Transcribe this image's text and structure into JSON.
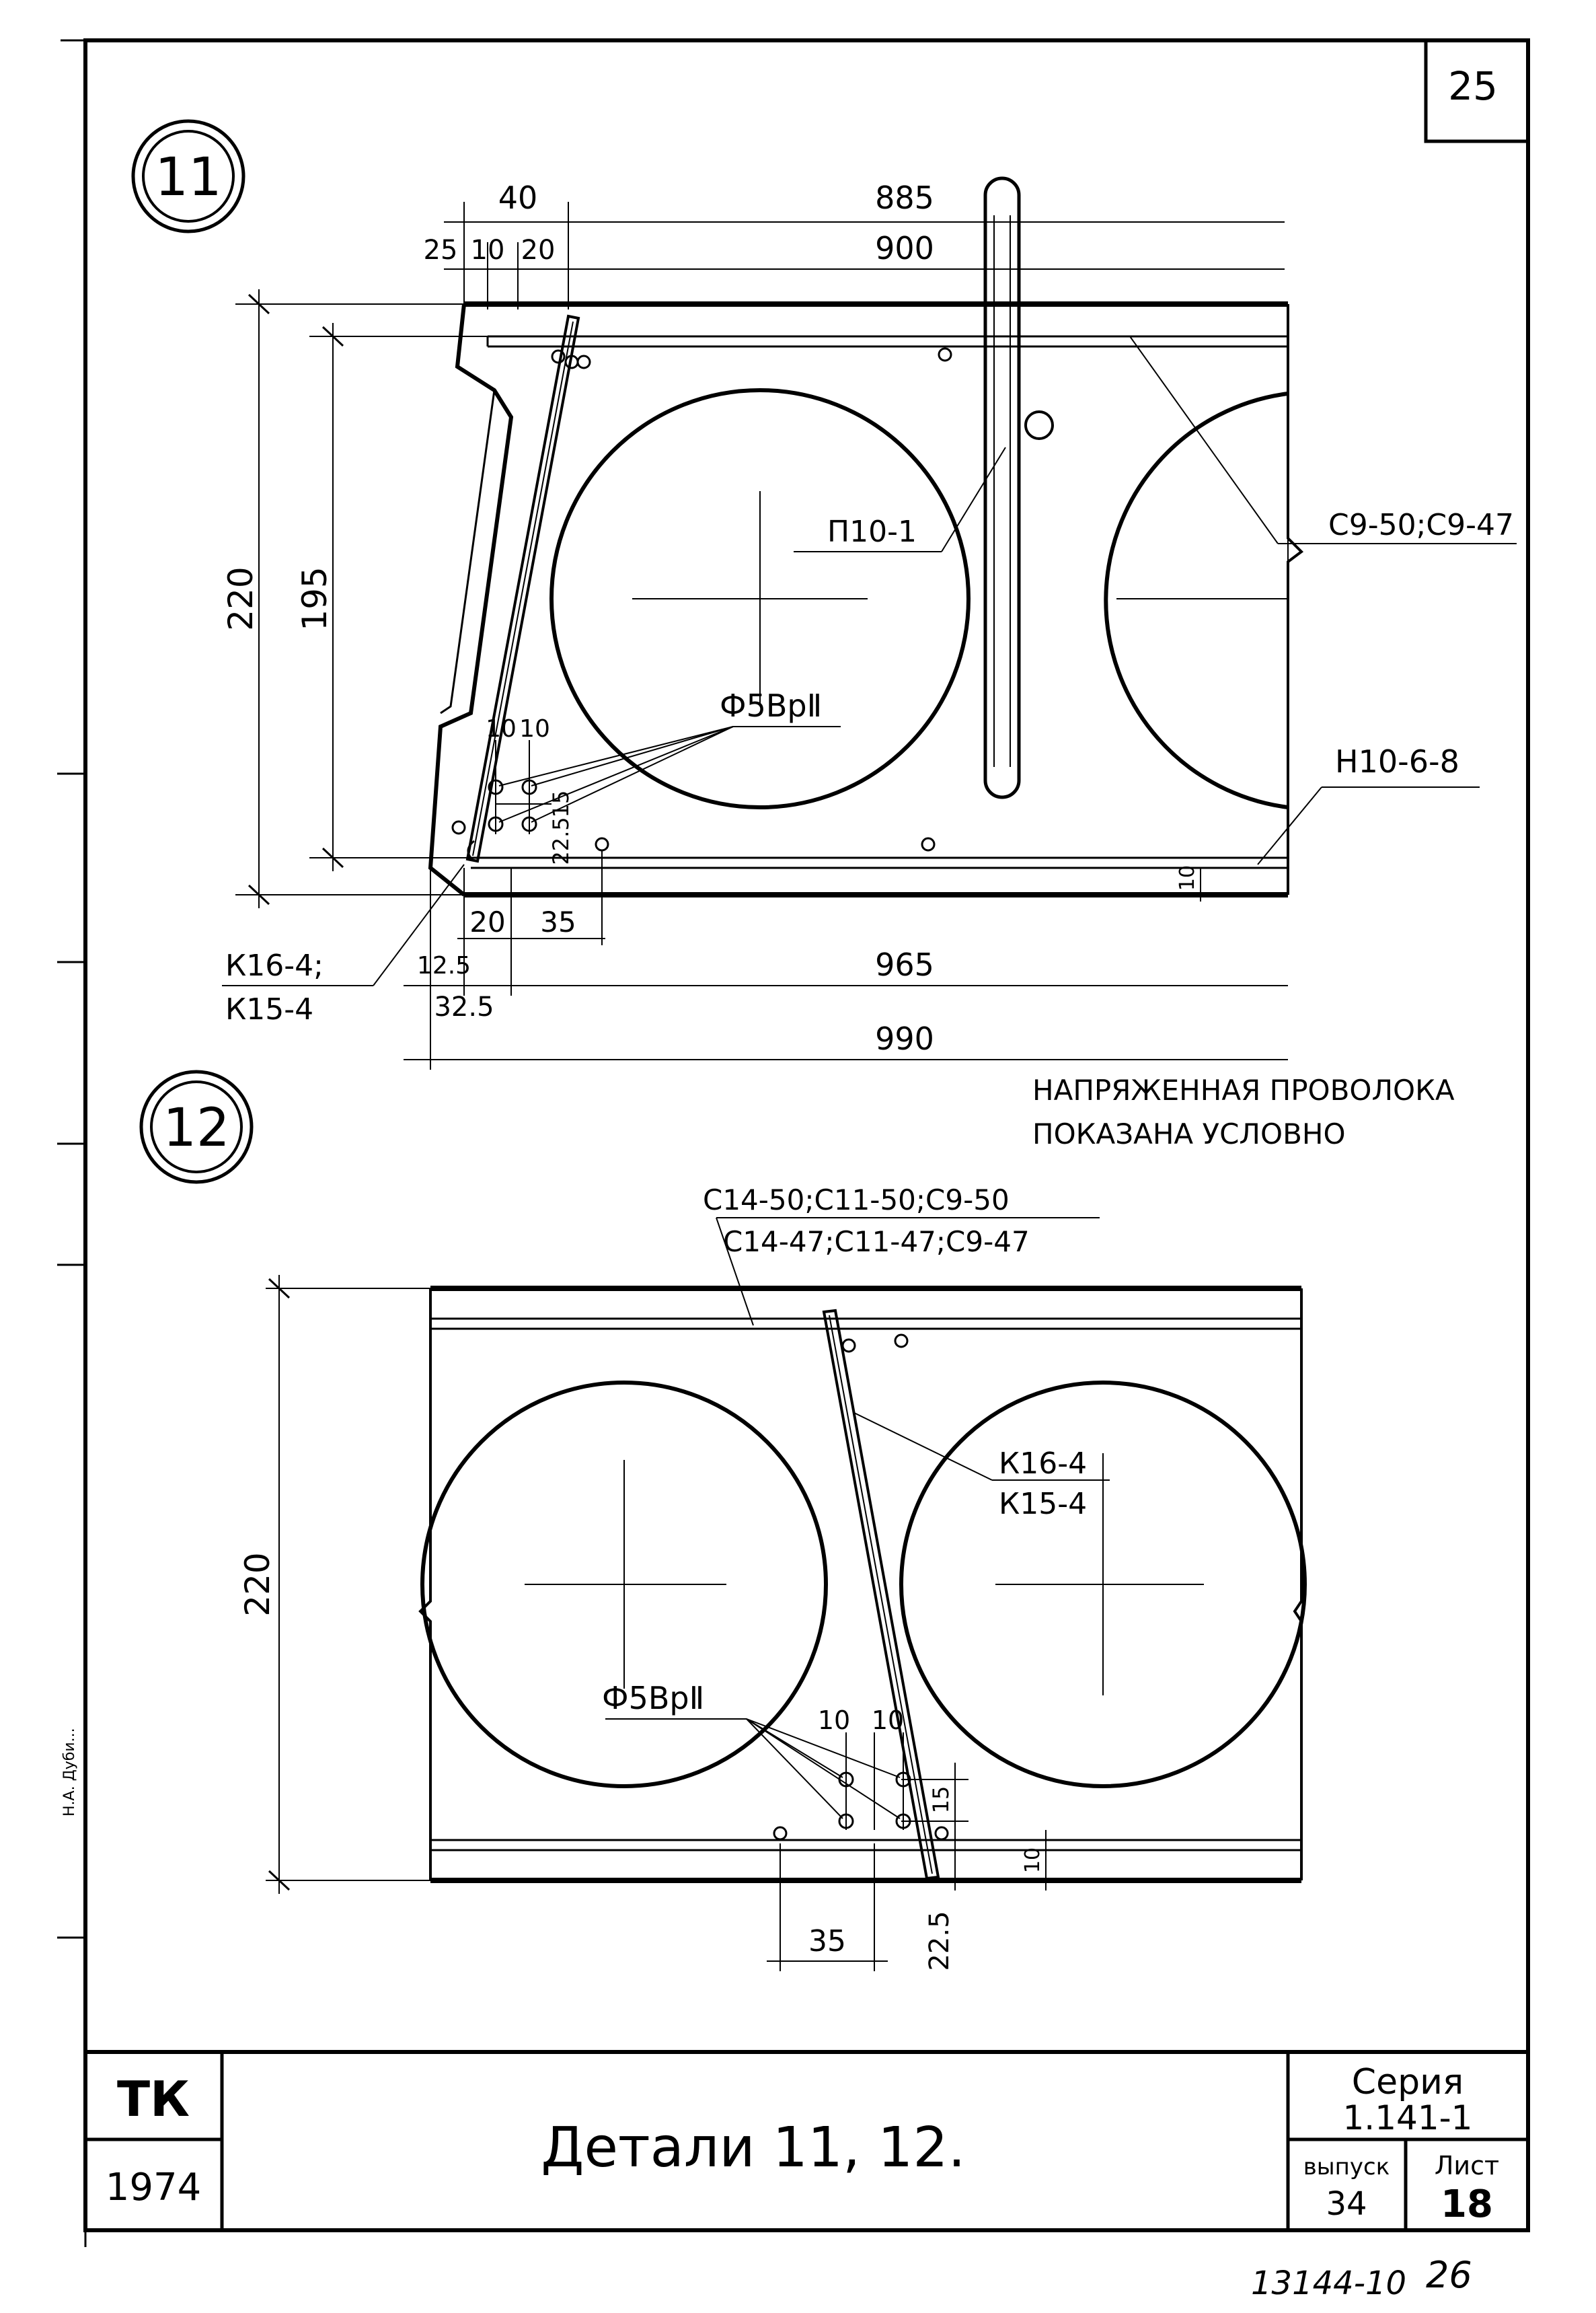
{
  "sheet_number": "25",
  "bottom_stamp": "13144-10",
  "bottom_stamp_handwritten": "26",
  "callout_11": "11",
  "callout_12": "12",
  "detail11": {
    "dim_40": "40",
    "dim_885": "885",
    "dim_25": "25",
    "dim_10a": "10",
    "dim_20a": "20",
    "dim_900": "900",
    "dim_220": "220",
    "dim_195": "195",
    "label_p10": "П10-1",
    "label_c9": "С9-50;С9-47",
    "label_phi": "Ф5ВрⅡ",
    "dim_10b": "10",
    "dim_10c": "10",
    "dim_15": "15",
    "dim_225": "22.5",
    "label_h10": "Н10-6-8",
    "dim_10d": "10",
    "dim_20b": "20",
    "dim_35": "35",
    "dim_125": "12.5",
    "dim_325": "32.5",
    "dim_965": "965",
    "dim_990": "990",
    "label_k16": "К16-4;",
    "label_k15": "К15-4"
  },
  "note_line1": "НАПРЯЖЕННАЯ ПРОВОЛОКА",
  "note_line2": "ПОКАЗАНА УСЛОВНО",
  "detail12": {
    "label_c_top": "С14-50;С11-50;С9-50",
    "label_c_bottom": "С14-47;С11-47;С9-47",
    "label_k16": "К16-4",
    "label_k15": "К15-4",
    "dim_220": "220",
    "label_phi": "Ф5ВрⅡ",
    "dim_10a": "10",
    "dim_10b": "10",
    "dim_15": "15",
    "dim_10c": "10",
    "dim_35": "35",
    "dim_225": "22.5"
  },
  "title_block": {
    "org": "ТК",
    "year": "1974",
    "title": "Детали 11, 12.",
    "series_label": "Серия",
    "series_value": "1.141-1",
    "issue_label": "выпуск",
    "issue_value": "34",
    "sheet_label": "Лист",
    "sheet_value": "18"
  },
  "margin_text": "Н.А. Дуби..."
}
